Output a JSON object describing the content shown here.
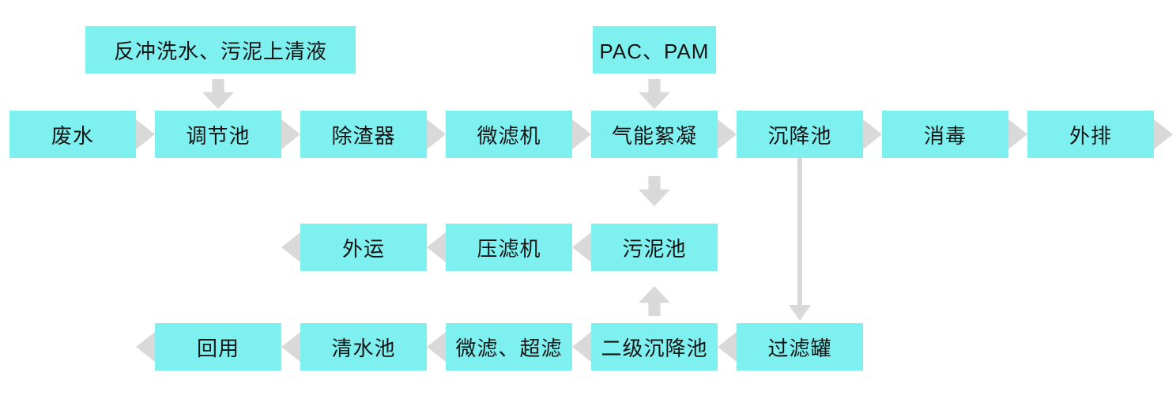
{
  "colors": {
    "box_fill": "#7ff0f0",
    "arrow_fill": "#d9d9d9",
    "text": "#151515",
    "background": "#ffffff"
  },
  "inputs": {
    "backwash": "反冲洗水、污泥上清液",
    "chemicals": "PAC、PAM"
  },
  "main_flow": {
    "wastewater": "废水",
    "regulating_tank": "调节池",
    "slag_remover": "除渣器",
    "microfilter_machine": "微滤机",
    "air_flocculation": "气能絮凝",
    "sedimentation_tank": "沉降池",
    "disinfection": "消毒",
    "discharge": "外排"
  },
  "sludge_flow": {
    "outward_transport": "外运",
    "filter_press": "压滤机",
    "sludge_tank": "污泥池"
  },
  "reuse_flow": {
    "reuse": "回用",
    "clean_water_tank": "清水池",
    "micro_ultra_filtration": "微滤、超滤",
    "secondary_sedimentation_tank": "二级沉降池",
    "filter_tank": "过滤罐"
  }
}
